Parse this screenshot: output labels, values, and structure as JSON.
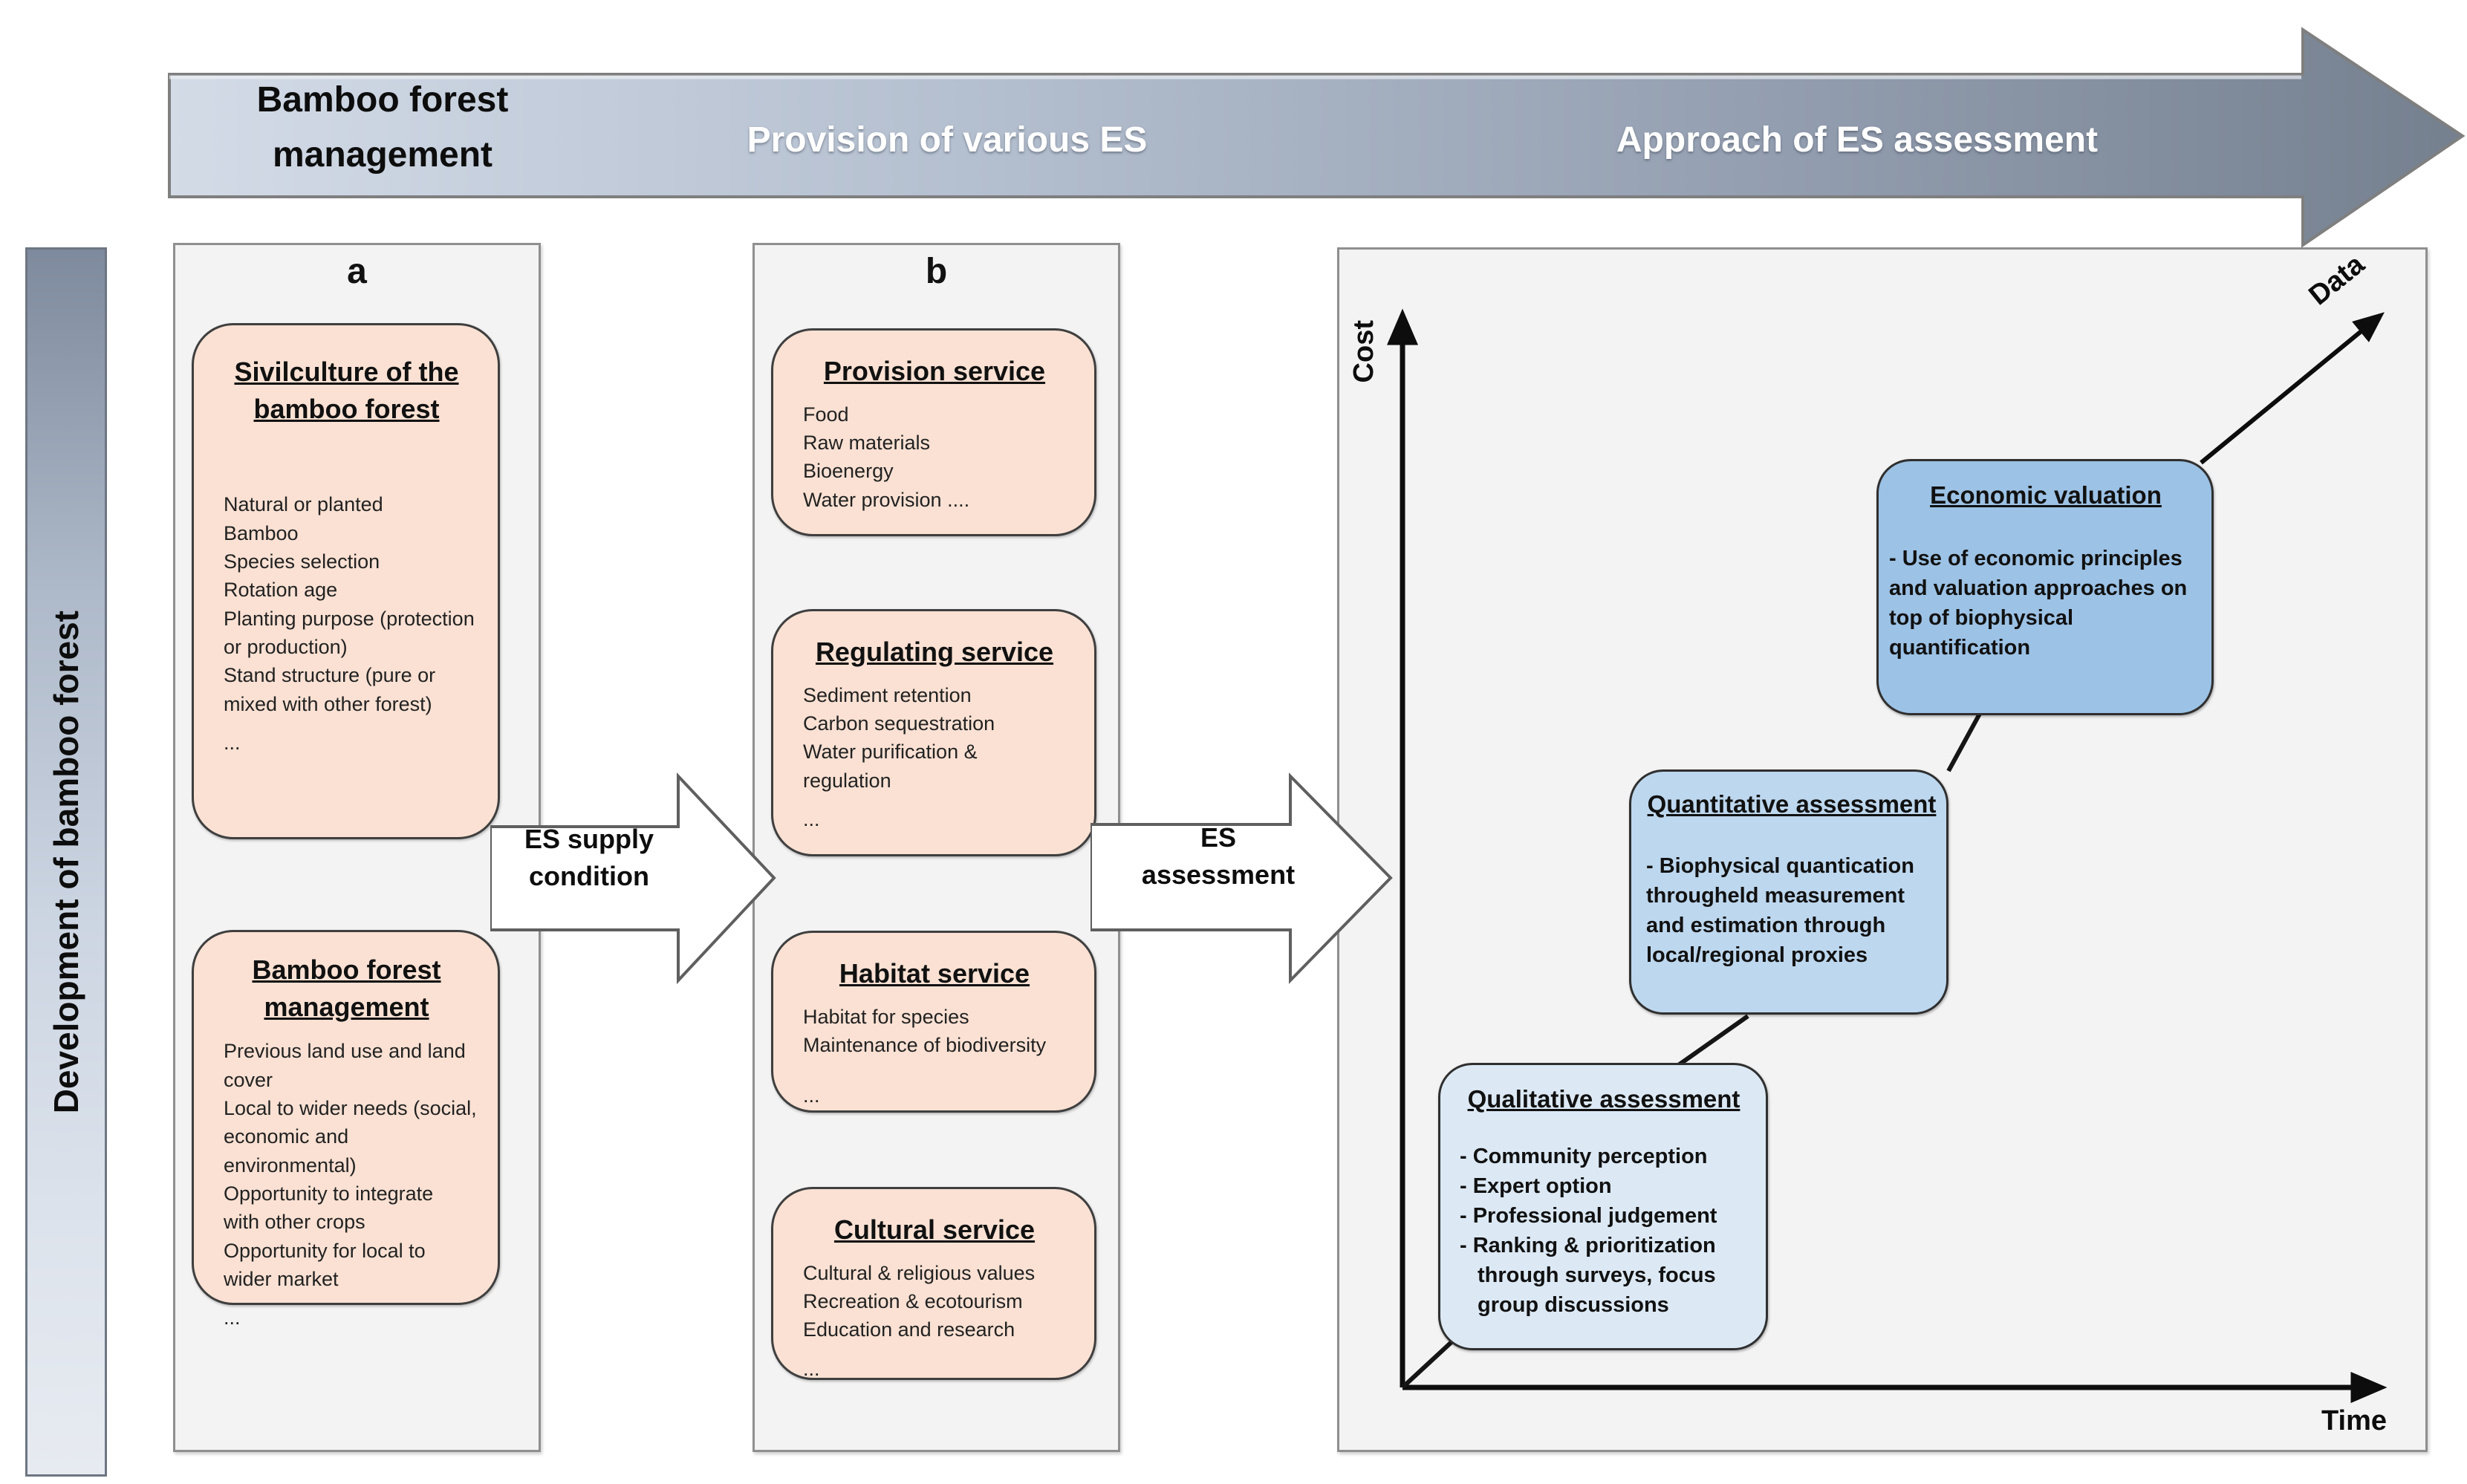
{
  "banner": {
    "left": "Bamboo forest management",
    "middle": "Provision of various ES",
    "right": "Approach of ES assessment"
  },
  "sidebar": {
    "label": "Development of bamboo forest"
  },
  "col_a": {
    "header": "a",
    "box1": {
      "title": "Sivilculture of the bamboo forest",
      "lines": [
        "Natural or planted",
        "Bamboo",
        "Species selection",
        "Rotation age",
        "Planting purpose (protection",
        "or production)",
        "Stand structure (pure or",
        "mixed with other forest)",
        "..."
      ]
    },
    "box2": {
      "title": "Bamboo forest management",
      "lines": [
        "Previous land use and land",
        "cover",
        "Local to wider needs (social,",
        "economic and environmental)",
        "Opportunity to integrate",
        "with other crops",
        "Opportunity for local to",
        "wider market",
        "..."
      ]
    }
  },
  "arrows": {
    "supply_label": "ES supply condition",
    "assessment_label": "ES assessment"
  },
  "col_b": {
    "header": "b",
    "boxes": [
      {
        "title": "Provision service",
        "lines": [
          "Food",
          "Raw materials",
          "Bioenergy",
          "Water provision ...."
        ]
      },
      {
        "title": "Regulating service",
        "lines": [
          "Sediment retention",
          "Carbon sequestration",
          "Water purification &",
          "regulation",
          "..."
        ]
      },
      {
        "title": "Habitat service",
        "lines": [
          "Habitat for species",
          "Maintenance of biodiversity",
          "..."
        ]
      },
      {
        "title": "Cultural service",
        "lines": [
          "Cultural & religious values",
          "Recreation & ecotourism",
          "Education and research",
          "..."
        ]
      }
    ]
  },
  "chart": {
    "y_label": "Cost",
    "x_label": "Time",
    "diag_label": "Data",
    "boxes": [
      {
        "title": "Qualitative assessment",
        "lines": [
          "- Community perception",
          "- Expert option",
          "- Professional judgement",
          "- Ranking & prioritization through surveys, focus group discussions"
        ],
        "color": "#dce9f5"
      },
      {
        "title": "Quantitative assessment",
        "text": "- Biophysical quantication througheld measurement and estimation through local/regional proxies",
        "color": "#bdd7ee"
      },
      {
        "title": "Economic valuation",
        "text": "- Use of economic principles and valuation approaches on top of biophysical quantification",
        "color": "#9cc2e5"
      }
    ]
  },
  "colors": {
    "peach_box": "#fae1d3",
    "blue_light": "#dce9f5",
    "blue_mid": "#bdd7ee",
    "blue_dark": "#9cc2e5",
    "banner_gradient_start": "#ced7e4",
    "banner_gradient_end": "#75808f",
    "panel_bg": "#f3f3f3"
  }
}
